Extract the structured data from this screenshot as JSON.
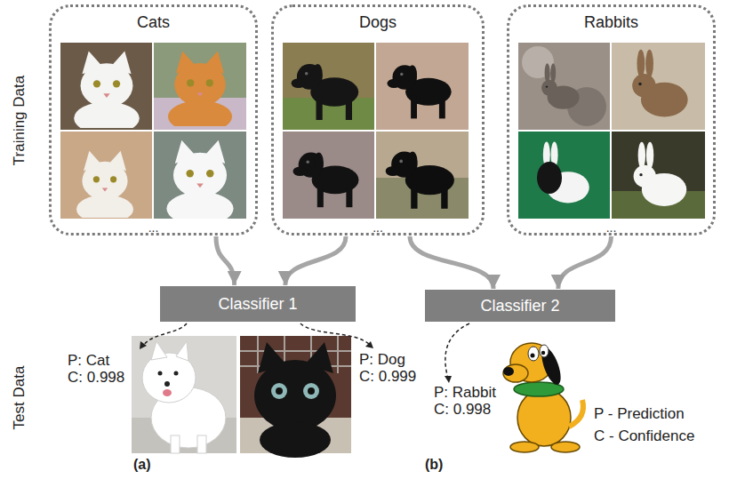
{
  "diagram": {
    "nodes": [
      {
        "text": [
          "Cats",
          "..."
        ]
      },
      {
        "text": [
          "Dogs",
          "..."
        ]
      },
      {
        "text": [
          "Rabbits",
          "..."
        ]
      },
      {
        "text": [
          "Classifier 1"
        ]
      },
      {
        "text": [
          "Classifier 2"
        ]
      }
    ],
    "edges": [
      {
        "from": 0,
        "to": 3,
        "arrow": "to"
      },
      {
        "from": 1,
        "to": 3,
        "arrow": "to"
      },
      {
        "from": 1,
        "to": 4,
        "arrow": "to"
      },
      {
        "from": 2,
        "to": 4,
        "arrow": "to"
      }
    ],
    "labels": [
      "Training Data",
      "Test Data",
      "P: Cat",
      "C: 0.998",
      "P: Dog",
      "C: 0.999",
      "P: Rabbit",
      "C: 0.998",
      "P - Prediction",
      "C - Confidence",
      "(a)",
      "(b)"
    ]
  }
}
